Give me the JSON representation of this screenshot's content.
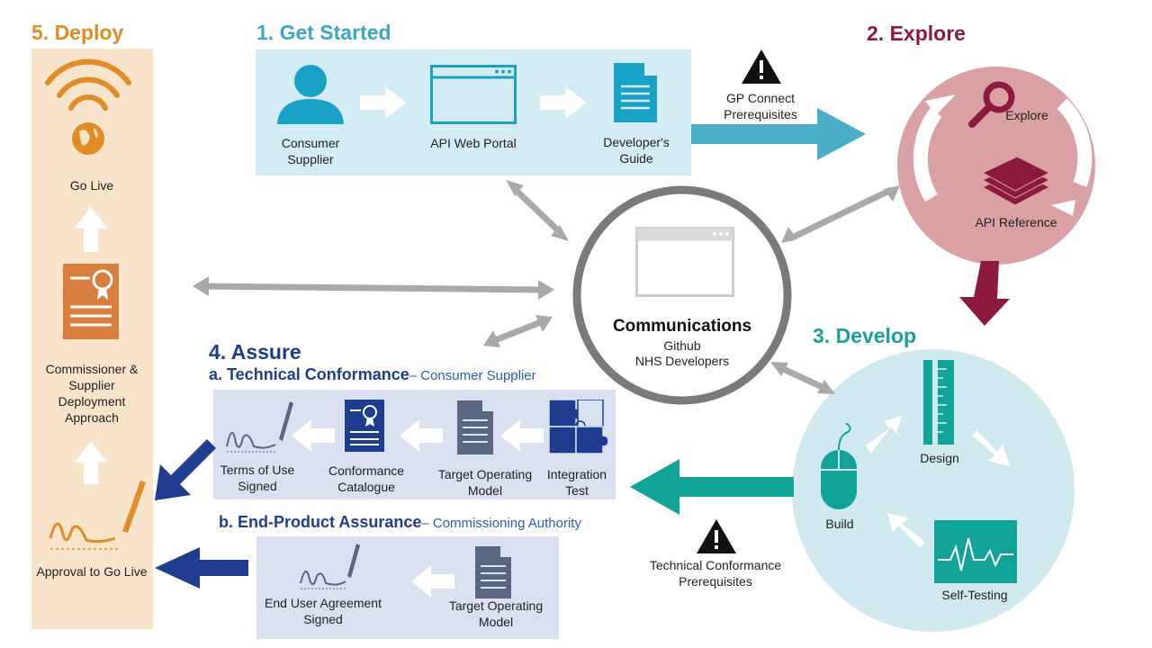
{
  "colors": {
    "deploy": "#e08c27",
    "get_started": "#3ba6c8",
    "explore": "#8b1a3c",
    "develop": "#1a9f9a",
    "assure": "#1f3d8f",
    "deploy_panel": "#f8e3cb",
    "get_started_panel": "#d3ebf2",
    "assure_panel": "#d9e1f1",
    "explore_circle": "#d9a1a4",
    "develop_circle": "#cfe9ee",
    "comm_ring": "#7a7a7a",
    "gray_arrow": "#a9a9a9"
  },
  "deploy": {
    "title": "5. Deploy",
    "go_live": "Go Live",
    "commissioner": "Commissioner & Supplier Deployment Approach",
    "approval": "Approval to Go Live"
  },
  "get_started": {
    "title": "1. Get Started",
    "consumer": "Consumer Supplier",
    "portal": "API Web Portal",
    "guide": "Developer's Guide"
  },
  "gp_connect": "GP Connect Prerequisites",
  "explore": {
    "title": "2. Explore",
    "explore_label": "Explore",
    "api_ref": "API Reference"
  },
  "communications": {
    "title": "Communications",
    "line1": "Github",
    "line2": "NHS Developers"
  },
  "develop": {
    "title": "3. Develop",
    "design": "Design",
    "build": "Build",
    "self_testing": "Self-Testing"
  },
  "tc_prereq": "Technical Conformance Prerequisites",
  "assure": {
    "title": "4. Assure",
    "a_title": "a. Technical Conformance",
    "a_sub": "– Consumer Supplier",
    "terms": "Terms of Use Signed",
    "catalogue": "Conformance Catalogue",
    "tom": "Target Operating Model",
    "integration": "Integration Test",
    "b_title": "b. End-Product Assurance",
    "b_sub": "– Commissioning Authority",
    "end_user": "End User Agreement Signed",
    "tom2": "Target Operating Model"
  },
  "icons": [
    "wifi-globe-icon",
    "certificate-icon",
    "signature-icon",
    "person-icon",
    "browser-icon",
    "document-icon",
    "warning-icon",
    "magnifier-icon",
    "stack-icon",
    "ruler-icon",
    "mouse-icon",
    "pulse-icon",
    "puzzle-icon"
  ]
}
